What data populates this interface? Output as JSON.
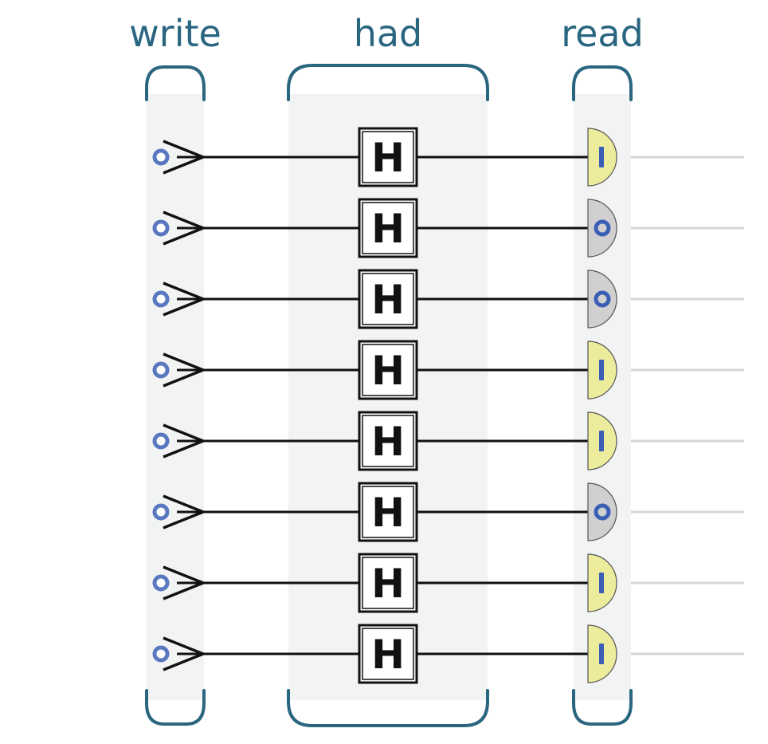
{
  "diagram": {
    "columns": [
      {
        "id": "write",
        "label": "write"
      },
      {
        "id": "had",
        "label": "had"
      },
      {
        "id": "read",
        "label": "read"
      }
    ],
    "gate_label": "H",
    "write_state_symbol": "o",
    "qubits": [
      {
        "input": "o",
        "gate": "H",
        "result": "1",
        "result_symbol": "I"
      },
      {
        "input": "o",
        "gate": "H",
        "result": "0",
        "result_symbol": "o"
      },
      {
        "input": "o",
        "gate": "H",
        "result": "0",
        "result_symbol": "o"
      },
      {
        "input": "o",
        "gate": "H",
        "result": "1",
        "result_symbol": "I"
      },
      {
        "input": "o",
        "gate": "H",
        "result": "1",
        "result_symbol": "I"
      },
      {
        "input": "o",
        "gate": "H",
        "result": "0",
        "result_symbol": "o"
      },
      {
        "input": "o",
        "gate": "H",
        "result": "1",
        "result_symbol": "I"
      },
      {
        "input": "o",
        "gate": "H",
        "result": "1",
        "result_symbol": "I"
      }
    ],
    "colors": {
      "label_text": "#2a6680",
      "bracket": "#2a6680",
      "column_band": "#f2f3f3",
      "wire": "#111111",
      "output_wire": "#d6d6d6",
      "write_circle": "#5a78c0",
      "result_one_fill": "#ecec9c",
      "result_zero_fill": "#d0d0d0",
      "result_symbol": "#3a5fb5"
    }
  }
}
